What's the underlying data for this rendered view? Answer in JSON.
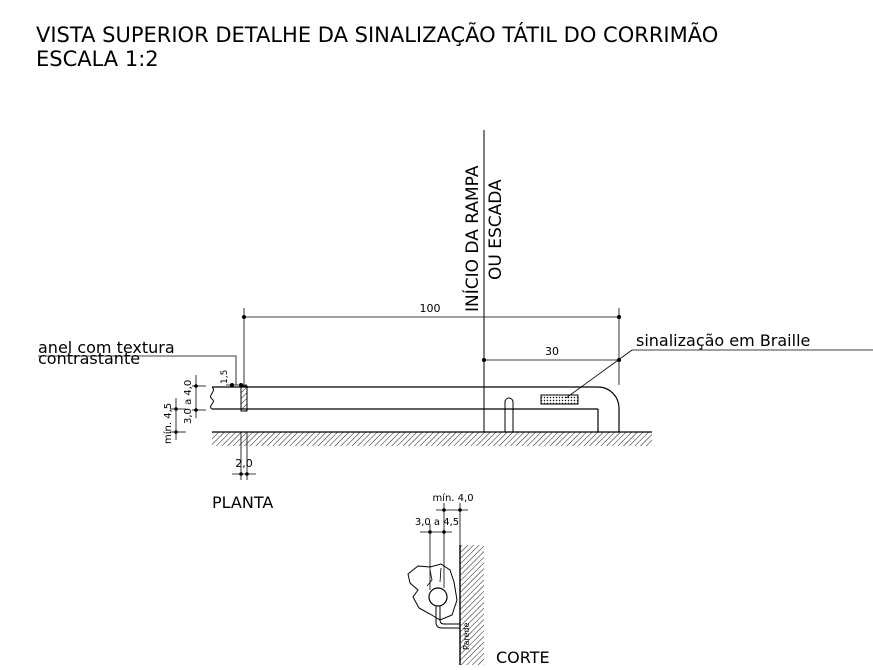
{
  "title": {
    "line1": "VISTA SUPERIOR DETALHE DA SINALIZAÇÃO TÁTIL DO CORRIMÃO",
    "line2": "ESCALA 1:2"
  },
  "plan": {
    "start_label_line1": "INÍCIO DA RAMPA",
    "start_label_line2": "OU ESCADA",
    "dim_total": "100",
    "dim_braille": "30",
    "ring_label_line1": "anel com textura",
    "ring_label_line2": "contrastante",
    "braille_label": "sinalização em Braille",
    "dim_diameter": "3,0 a 4,0",
    "dim_ring_width": "1,5",
    "dim_min_gap": "mín. 4,5",
    "dim_ring_thickness": "2,0",
    "caption": "PLANTA"
  },
  "section": {
    "dim_min": "mín. 4,0",
    "dim_diameter": "3,0 a 4,5",
    "wall_label": "Parede",
    "caption": "CORTE"
  }
}
